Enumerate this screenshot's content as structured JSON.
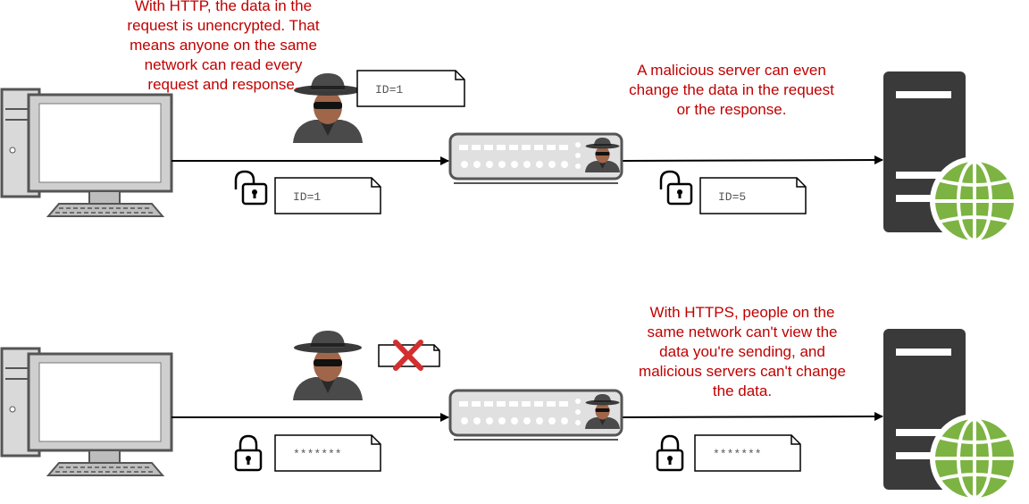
{
  "captions": {
    "http_note": "With HTTP, the data in the\nrequest is unencrypted. That\nmeans anyone on the same\nnetwork can read every\nrequest and response.",
    "malicious_note": "A malicious server can even\nchange the data in the request\nor the response.",
    "https_note": "With HTTPS, people on the\nsame network can't view the\ndata you're sending, and\nmalicious servers can't change\nthe data."
  },
  "http_row": {
    "sniffed_doc": "ID=1",
    "sent_doc": "ID=1",
    "modified_doc": "ID=5"
  },
  "https_row": {
    "sent_doc": "*******",
    "forwarded_doc": "*******"
  },
  "colors": {
    "caption_red": "#c00000",
    "globe_green": "#7cb342",
    "server_dark": "#3a3a3a",
    "arrow": "#000000",
    "blocked_x": "#d32f2f"
  }
}
